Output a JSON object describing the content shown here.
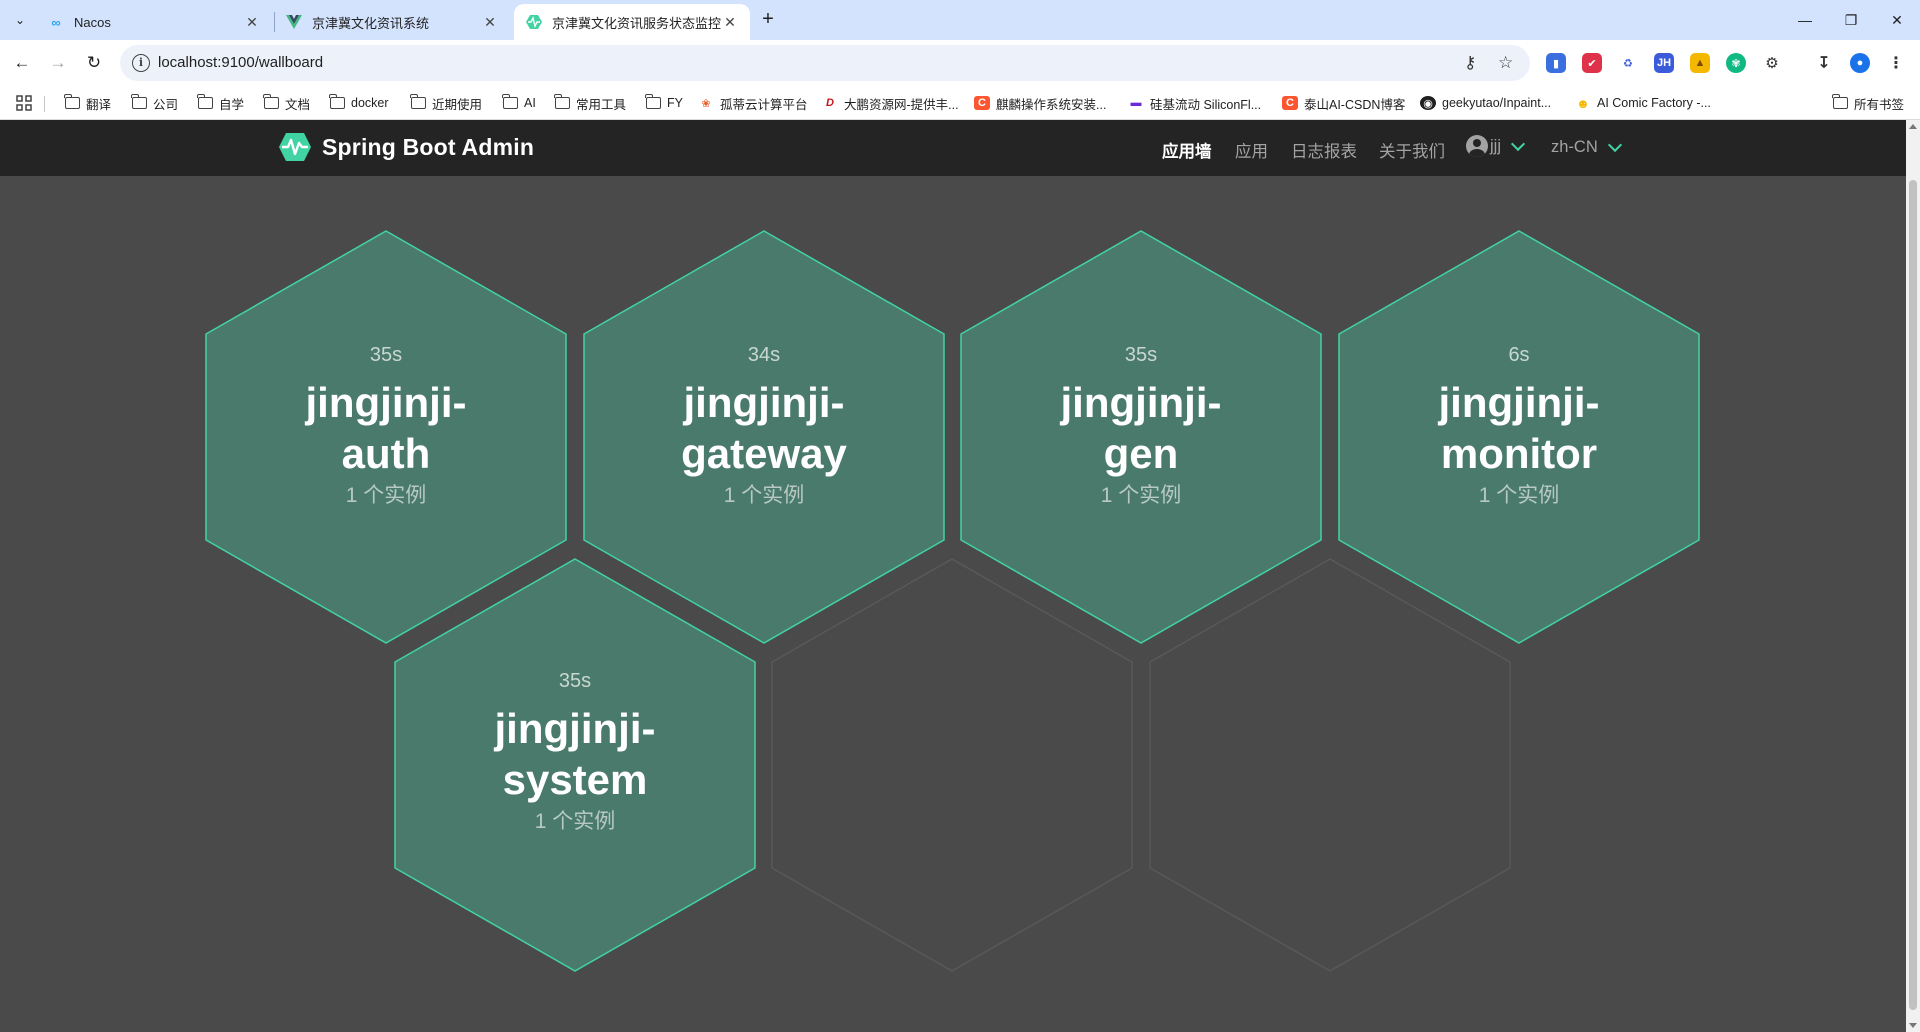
{
  "browser": {
    "tabs": [
      {
        "title": "Nacos",
        "icon": "nacos-infinity-icon",
        "active": false
      },
      {
        "title": "京津冀文化资讯系统",
        "icon": "vue-logo-icon",
        "active": false
      },
      {
        "title": "京津冀文化资讯服务状态监控",
        "icon": "spring-admin-icon",
        "active": true
      }
    ],
    "url": "localhost:9100/wallboard",
    "bookmarks": [
      {
        "label": "翻译",
        "icon": "folder-icon"
      },
      {
        "label": "公司",
        "icon": "folder-icon"
      },
      {
        "label": "自学",
        "icon": "folder-icon"
      },
      {
        "label": "文档",
        "icon": "folder-icon"
      },
      {
        "label": "docker",
        "icon": "folder-icon"
      },
      {
        "label": "近期使用",
        "icon": "folder-icon"
      },
      {
        "label": "AI",
        "icon": "folder-icon"
      },
      {
        "label": "常用工具",
        "icon": "folder-icon"
      },
      {
        "label": "FY",
        "icon": "folder-icon"
      },
      {
        "label": "孤蒂云计算平台",
        "icon": "swirl-icon"
      },
      {
        "label": "大鹏资源网-提供丰...",
        "icon": "d-logo-icon"
      },
      {
        "label": "麒麟操作系统安装...",
        "icon": "c-logo-icon"
      },
      {
        "label": "硅基流动 SiliconFl...",
        "icon": "siliconflow-icon"
      },
      {
        "label": "泰山AI-CSDN博客",
        "icon": "c-logo-icon"
      },
      {
        "label": "geekyutao/Inpaint...",
        "icon": "github-icon"
      },
      {
        "label": "AI Comic Factory -...",
        "icon": "hugging-face-icon"
      }
    ],
    "all_bookmarks": "所有书签"
  },
  "app": {
    "brand": "Spring Boot Admin",
    "nav": {
      "wallboard": "应用墙",
      "applications": "应用",
      "journal": "日志报表",
      "about": "关于我们"
    },
    "user": "jjj",
    "language": "zh-CN",
    "colors": {
      "accent": "#42d3a5",
      "hex_fill": "#4a7a6c",
      "background": "#4a4a4a",
      "navbar": "#242424"
    }
  },
  "applications": [
    {
      "name_line1": "jingjinji-",
      "name_line2": "auth",
      "age": "35s",
      "instances": "1 个实例",
      "status": "UP"
    },
    {
      "name_line1": "jingjinji-",
      "name_line2": "gateway",
      "age": "34s",
      "instances": "1 个实例",
      "status": "UP"
    },
    {
      "name_line1": "jingjinji-",
      "name_line2": "gen",
      "age": "35s",
      "instances": "1 个实例",
      "status": "UP"
    },
    {
      "name_line1": "jingjinji-",
      "name_line2": "monitor",
      "age": "6s",
      "instances": "1 个实例",
      "status": "UP"
    },
    {
      "name_line1": "jingjinji-",
      "name_line2": "system",
      "age": "35s",
      "instances": "1 个实例",
      "status": "UP"
    }
  ]
}
